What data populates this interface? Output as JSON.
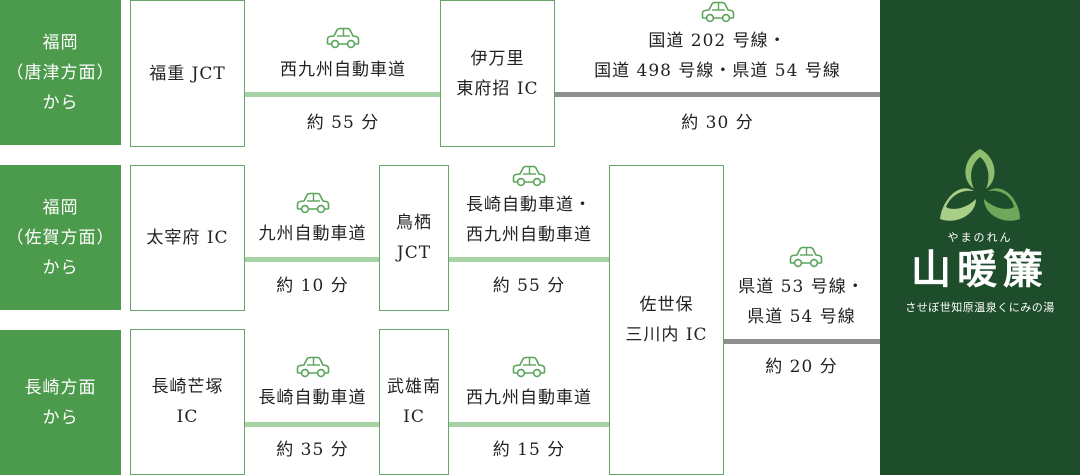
{
  "origins": [
    {
      "lines": [
        "福岡",
        "（唐津方面）",
        "から"
      ]
    },
    {
      "lines": [
        "福岡",
        "（佐賀方面）",
        "から"
      ]
    },
    {
      "lines": [
        "長崎方面",
        "から"
      ]
    }
  ],
  "nodes": {
    "fukushige": [
      "福重 JCT"
    ],
    "imari": [
      "伊万里",
      "東府招 IC"
    ],
    "dazaifu": [
      "太宰府 IC"
    ],
    "tosu": [
      "鳥栖",
      "JCT"
    ],
    "nagasaki_kayazuka": [
      "長崎芒塚",
      "IC"
    ],
    "takeo": [
      "武雄南",
      "IC"
    ],
    "sasebo": [
      "佐世保",
      "三川内 IC"
    ]
  },
  "segments": {
    "r1a": {
      "road": [
        "西九州自動車道"
      ],
      "time": "約 55 分"
    },
    "r1b": {
      "road": [
        "国道 202 号線・",
        "国道 498 号線・県道 54 号線"
      ],
      "time": "約 30 分"
    },
    "r2a": {
      "road": [
        "九州自動車道"
      ],
      "time": "約 10 分"
    },
    "r2b": {
      "road": [
        "長崎自動車道・",
        "西九州自動車道"
      ],
      "time": "約 55 分"
    },
    "r3a": {
      "road": [
        "長崎自動車道"
      ],
      "time": "約 35 分"
    },
    "r3b": {
      "road": [
        "西九州自動車道"
      ],
      "time": "約 15 分"
    },
    "final": {
      "road": [
        "県道 53 号線・",
        "県道 54 号線"
      ],
      "time": "約 20 分"
    }
  },
  "destination": {
    "kana": "やまのれん",
    "name": "山暖簾",
    "subtitle": "させぼ世知原温泉くにみの湯"
  },
  "colors": {
    "origin_bg": "#4c9a4c",
    "dest_bg": "#1e4d2b",
    "line_green": "#a6d2a6",
    "line_gray": "#8f8f8f",
    "car_icon": "#5aa55a"
  }
}
